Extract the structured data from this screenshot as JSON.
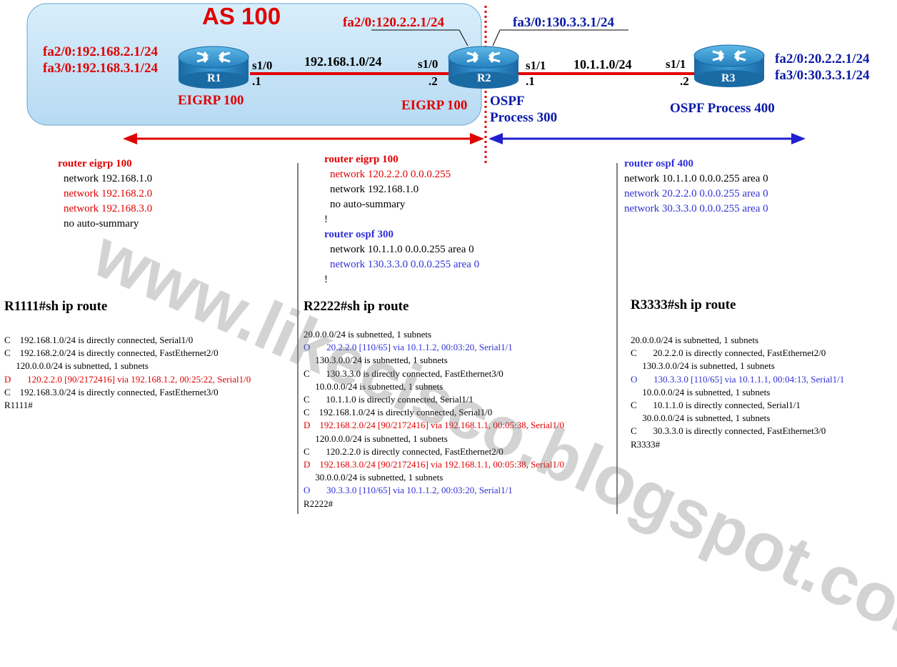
{
  "as_label": "AS 100",
  "r1": {
    "name": "R1",
    "ifaces": [
      "fa2/0:192.168.2.1/24",
      "fa3/0:192.168.3.1/24"
    ],
    "protocol": "EIGRP 100",
    "port": "s1/0",
    "host": ".1"
  },
  "link12": {
    "subnet": "192.168.1.0/24"
  },
  "r2": {
    "name": "R2",
    "iface_top_left": "fa2/0:120.2.2.1/24",
    "iface_top_right": "fa3/0:130.3.3.1/24",
    "left_port": "s1/0",
    "left_host": ".2",
    "right_port": "s1/1",
    "right_host": ".1",
    "eigrp": "EIGRP 100",
    "ospf_line1": "OSPF",
    "ospf_line2": "Process 300"
  },
  "link23": {
    "subnet": "10.1.1.0/24"
  },
  "r3": {
    "name": "R3",
    "ifaces": [
      "fa2/0:20.2.2.1/24",
      "fa3/0:30.3.3.1/24"
    ],
    "port": "s1/1",
    "host": ".2",
    "protocol": "OSPF Process 400"
  },
  "config_r1": [
    {
      "text": "router eigrp 100",
      "cls": "red bold"
    },
    {
      "text": "network 192.168.1.0",
      "cls": "indent"
    },
    {
      "text": "network 192.168.2.0",
      "cls": "red indent"
    },
    {
      "text": "network 192.168.3.0",
      "cls": "red indent"
    },
    {
      "text": "no auto-summary",
      "cls": "indent"
    }
  ],
  "config_r2": [
    {
      "text": "router eigrp 100",
      "cls": "red bold"
    },
    {
      "text": "network 120.2.2.0 0.0.0.255",
      "cls": "red indent"
    },
    {
      "text": "network 192.168.1.0",
      "cls": "indent"
    },
    {
      "text": "no auto-summary",
      "cls": "indent"
    },
    {
      "text": "!",
      "cls": ""
    },
    {
      "text": "router ospf 300",
      "cls": "sb bold"
    },
    {
      "text": "network 10.1.1.0 0.0.0.255 area 0",
      "cls": "indent"
    },
    {
      "text": "network 130.3.3.0 0.0.0.255 area 0",
      "cls": "sb indent"
    },
    {
      "text": "!",
      "cls": ""
    }
  ],
  "config_r3": [
    {
      "text": "router ospf 400",
      "cls": "sb bold"
    },
    {
      "text": "network 10.1.1.0 0.0.0.255 area 0",
      "cls": ""
    },
    {
      "text": "network 20.2.2.0 0.0.0.255 area 0",
      "cls": "sb"
    },
    {
      "text": "network 30.3.3.0 0.0.0.255 area 0",
      "cls": "sb"
    }
  ],
  "route_r1": {
    "title": "R1111#sh ip route",
    "lines": [
      {
        "text": "C    192.168.1.0/24 is directly connected, Serial1/0",
        "cls": ""
      },
      {
        "text": "C    192.168.2.0/24 is directly connected, FastEthernet2/0",
        "cls": ""
      },
      {
        "text": "     120.0.0.0/24 is subnetted, 1 subnets",
        "cls": ""
      },
      {
        "text": "D       120.2.2.0 [90/2172416] via 192.168.1.2, 00:25:22, Serial1/0",
        "cls": "red"
      },
      {
        "text": "C    192.168.3.0/24 is directly connected, FastEthernet3/0",
        "cls": ""
      },
      {
        "text": "R1111#",
        "cls": ""
      }
    ]
  },
  "route_r2": {
    "title": "R2222#sh ip route",
    "lines": [
      {
        "text": "20.0.0.0/24 is subnetted, 1 subnets",
        "cls": ""
      },
      {
        "text": "O       20.2.2.0 [110/65] via 10.1.1.2, 00:03:20, Serial1/1",
        "cls": "sb"
      },
      {
        "text": "     130.3.0.0/24 is subnetted, 1 subnets",
        "cls": ""
      },
      {
        "text": "C       130.3.3.0 is directly connected, FastEthernet3/0",
        "cls": ""
      },
      {
        "text": "     10.0.0.0/24 is subnetted, 1 subnets",
        "cls": ""
      },
      {
        "text": "C       10.1.1.0 is directly connected, Serial1/1",
        "cls": ""
      },
      {
        "text": "C    192.168.1.0/24 is directly connected, Serial1/0",
        "cls": ""
      },
      {
        "text": "D    192.168.2.0/24 [90/2172416] via 192.168.1.1, 00:05:38, Serial1/0",
        "cls": "red"
      },
      {
        "text": "     120.0.0.0/24 is subnetted, 1 subnets",
        "cls": ""
      },
      {
        "text": "C       120.2.2.0 is directly connected, FastEthernet2/0",
        "cls": ""
      },
      {
        "text": "D    192.168.3.0/24 [90/2172416] via 192.168.1.1, 00:05:38, Serial1/0",
        "cls": "red"
      },
      {
        "text": "     30.0.0.0/24 is subnetted, 1 subnets",
        "cls": ""
      },
      {
        "text": "O       30.3.3.0 [110/65] via 10.1.1.2, 00:03:20, Serial1/1",
        "cls": "sb"
      },
      {
        "text": "R2222#",
        "cls": ""
      }
    ]
  },
  "route_r3": {
    "title": "R3333#sh ip route",
    "lines": [
      {
        "text": "20.0.0.0/24 is subnetted, 1 subnets",
        "cls": ""
      },
      {
        "text": "C       20.2.2.0 is directly connected, FastEthernet2/0",
        "cls": ""
      },
      {
        "text": "     130.3.0.0/24 is subnetted, 1 subnets",
        "cls": ""
      },
      {
        "text": "O       130.3.3.0 [110/65] via 10.1.1.1, 00:04:13, Serial1/1",
        "cls": "sb"
      },
      {
        "text": "     10.0.0.0/24 is subnetted, 1 subnets",
        "cls": ""
      },
      {
        "text": "C       10.1.1.0 is directly connected, Serial1/1",
        "cls": ""
      },
      {
        "text": "     30.0.0.0/24 is subnetted, 1 subnets",
        "cls": ""
      },
      {
        "text": "C       30.3.3.0 is directly connected, FastEthernet3/0",
        "cls": ""
      },
      {
        "text": "R3333#",
        "cls": ""
      }
    ]
  },
  "watermark": "www.likecisco.blogspot.com",
  "colors": {
    "red": "#e00000",
    "blue": "#1f1fd0",
    "as_fill": "#c6e4f8",
    "router": "#2a8ec8"
  }
}
